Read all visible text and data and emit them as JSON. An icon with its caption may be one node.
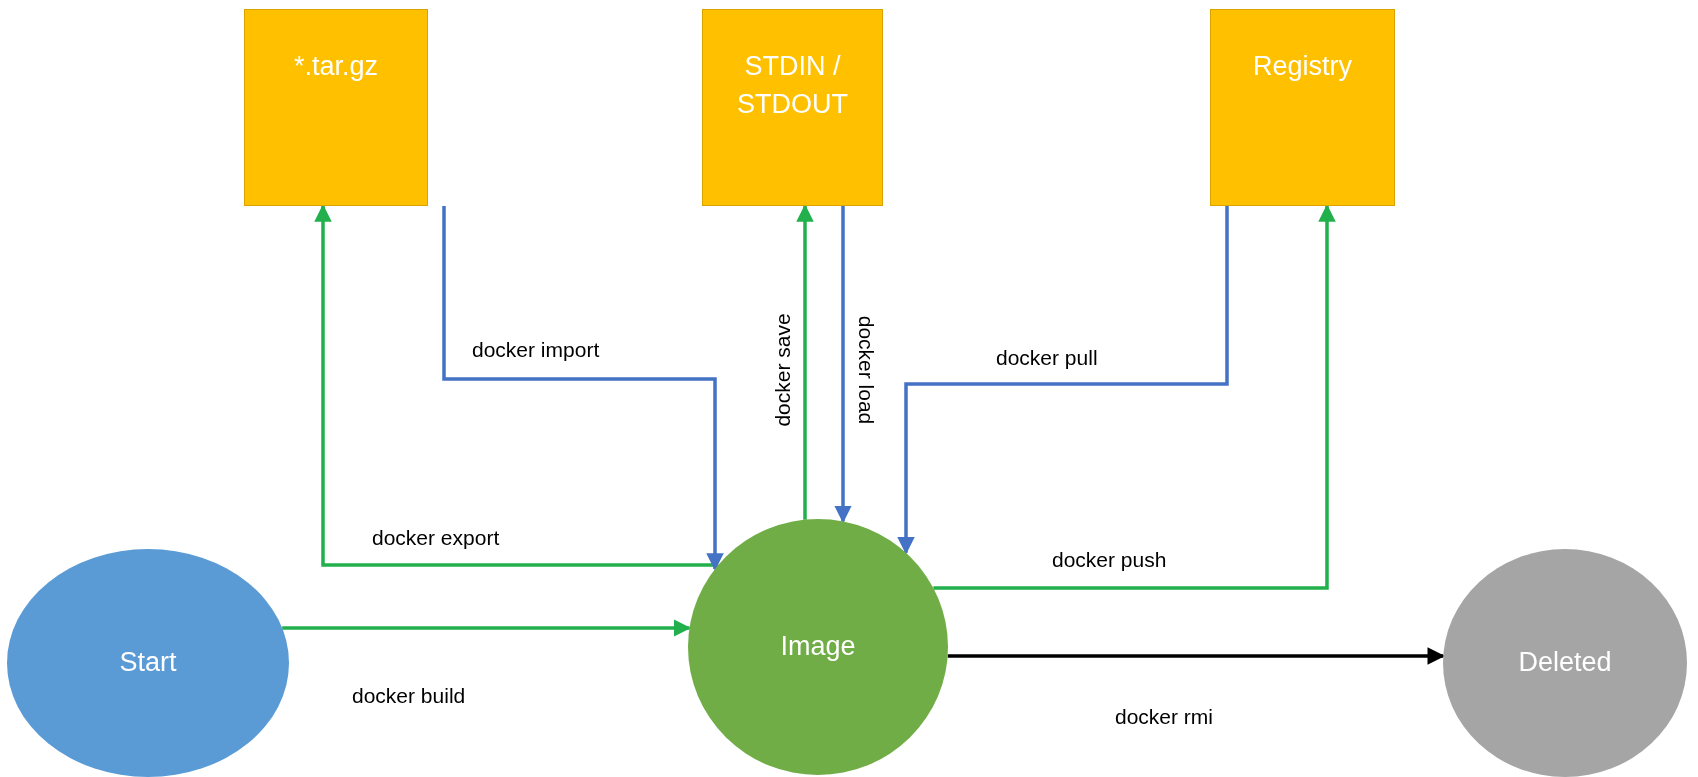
{
  "diagram": {
    "nodes": [
      {
        "text": [
          "*.tar.gz"
        ]
      },
      {
        "text": [
          "STDIN / STDOUT"
        ]
      },
      {
        "text": [
          "Registry"
        ]
      },
      {
        "text": [
          "Start"
        ]
      },
      {
        "text": [
          "Image"
        ]
      },
      {
        "text": [
          "Deleted"
        ]
      }
    ],
    "edges": [
      {
        "from": 3,
        "to": 4,
        "arrow": "to",
        "label": "docker build"
      },
      {
        "from": 4,
        "to": 5,
        "arrow": "to",
        "label": "docker rmi",
        "color": "#000000"
      },
      {
        "from": 4,
        "to": 0,
        "arrow": "to",
        "label": "docker export"
      },
      {
        "from": 0,
        "to": 4,
        "arrow": "to",
        "label": "docker import",
        "color": "#4472c4"
      },
      {
        "from": 4,
        "to": 1,
        "arrow": "to",
        "label": "docker save"
      },
      {
        "from": 1,
        "to": 4,
        "arrow": "to",
        "label": "docker load",
        "color": "#4472c4"
      },
      {
        "from": 2,
        "to": 4,
        "arrow": "to",
        "label": "docker pull",
        "color": "#4472c4"
      },
      {
        "from": 4,
        "to": 2,
        "arrow": "to",
        "label": "docker push"
      }
    ]
  }
}
